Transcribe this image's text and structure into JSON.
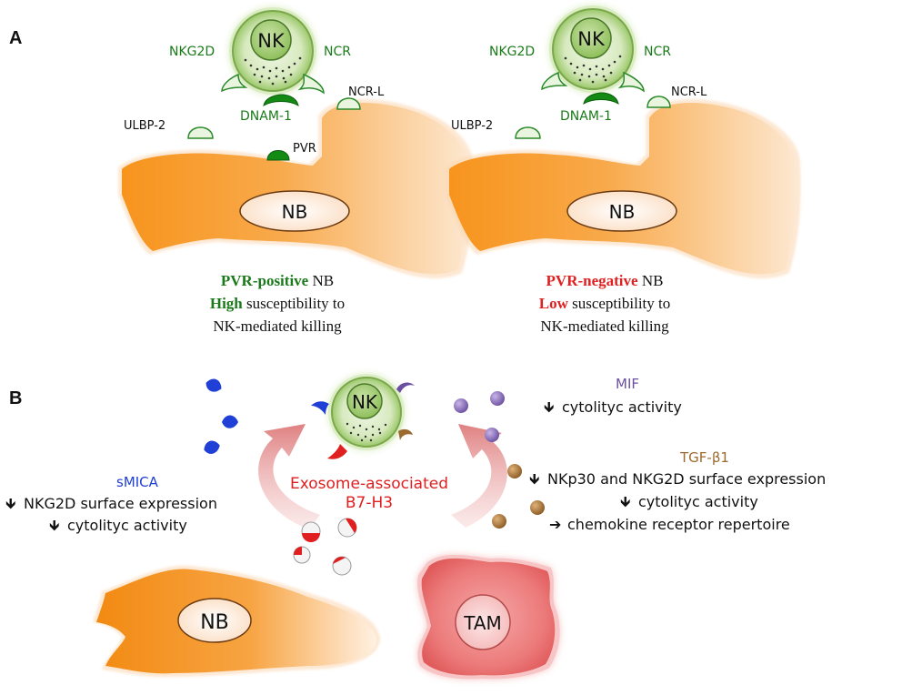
{
  "panel_a": {
    "letter": "A",
    "left": {
      "nk_label": "NK",
      "nkg2d": "NKG2D",
      "ncr": "NCR",
      "ncr_l": "NCR-L",
      "ulbp2": "ULBP-2",
      "dnam1": "DNAM-1",
      "pvr": "PVR",
      "nb_label": "NB",
      "caption_line1_colored": "PVR-positive",
      "caption_line1_rest": " NB",
      "caption_line2_colored": "High",
      "caption_line2_rest": " susceptibility to",
      "caption_line3": "NK-mediated killing"
    },
    "right": {
      "nk_label": "NK",
      "nkg2d": "NKG2D",
      "ncr": "NCR",
      "ncr_l": "NCR-L",
      "ulbp2": "ULBP-2",
      "dnam1": "DNAM-1",
      "nb_label": "NB",
      "caption_line1_colored": "PVR-negative",
      "caption_line1_rest": " NB",
      "caption_line2_colored": "Low",
      "caption_line2_rest": " susceptibility to",
      "caption_line3": "NK-mediated killing"
    }
  },
  "panel_b": {
    "letter": "B",
    "nk_label": "NK",
    "nb_label": "NB",
    "tam_label": "TAM",
    "exosome_line1": "Exosome-associated",
    "exosome_line2": "B7-H3",
    "smica": {
      "title": "sMICA",
      "effect1": "NKG2D surface expression",
      "effect2": "cytolityc activity"
    },
    "mif": {
      "title": "MIF",
      "effect1": "cytolityc activity"
    },
    "tgf": {
      "title": "TGF-β1",
      "effect1": "NKp30 and NKG2D surface expression",
      "effect2": "cytolityc activity",
      "effect3": "chemokine receptor repertoire"
    },
    "down_arrow": "🡻",
    "right_arrow": "➔"
  },
  "colors": {
    "nb_orange": "#f7941d",
    "nk_green": "#9bc86a",
    "receptor_green": "#1a7a1a",
    "negative_red": "#e02020",
    "smica_blue": "#1f3fd6",
    "mif_purple": "#6b4fa0",
    "tgf_brown": "#9b6a2f",
    "tam_pink": "#e86a6a"
  }
}
